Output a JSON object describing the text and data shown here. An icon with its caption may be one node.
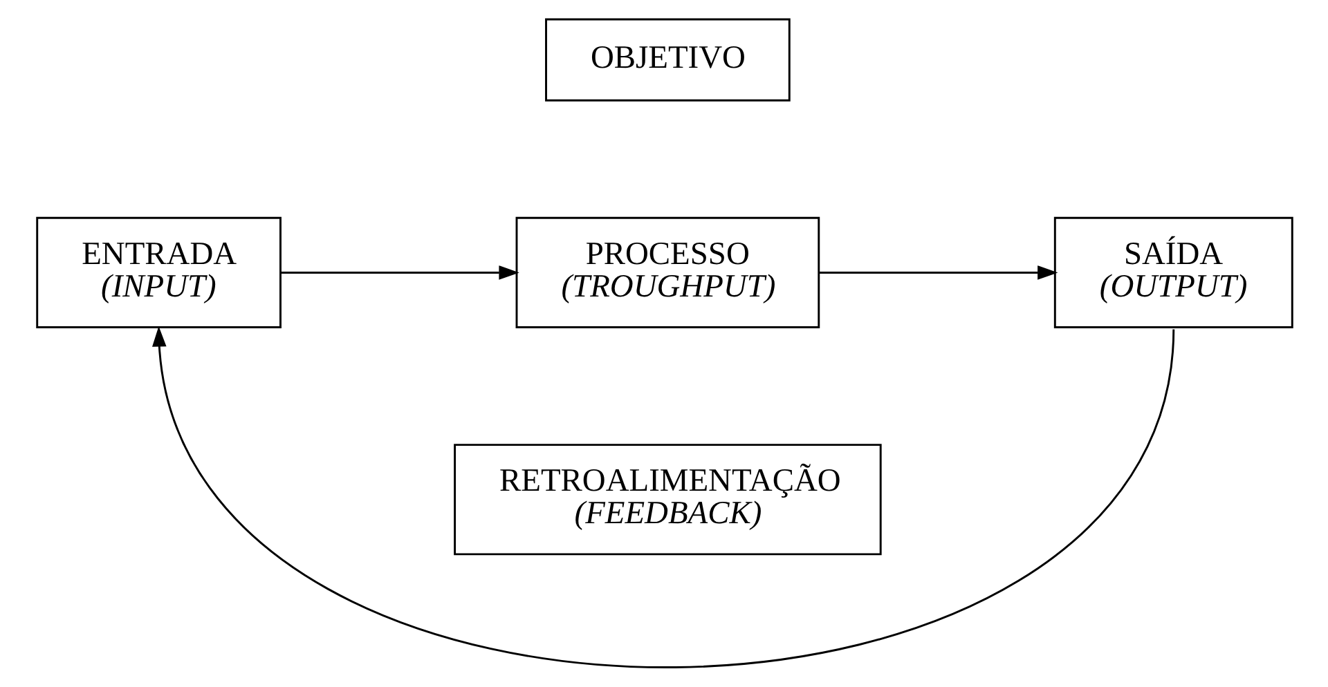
{
  "diagram": {
    "nodes": [
      {
        "text": [
          "OBJETIVO"
        ]
      },
      {
        "text": [
          "ENTRADA",
          "(INPUT)"
        ]
      },
      {
        "text": [
          "PROCESSO",
          "(TROUGHPUT)"
        ]
      },
      {
        "text": [
          "SAÍDA",
          "(OUTPUT)"
        ]
      },
      {
        "text": [
          "RETROALIMENTAÇÃO",
          "(FEEDBACK)"
        ]
      }
    ],
    "edges": [
      {
        "from": 1,
        "to": 2,
        "arrow": "to"
      },
      {
        "from": 2,
        "to": 3,
        "arrow": "to"
      },
      {
        "from": 3,
        "to": 1,
        "arrow": "to"
      }
    ]
  }
}
